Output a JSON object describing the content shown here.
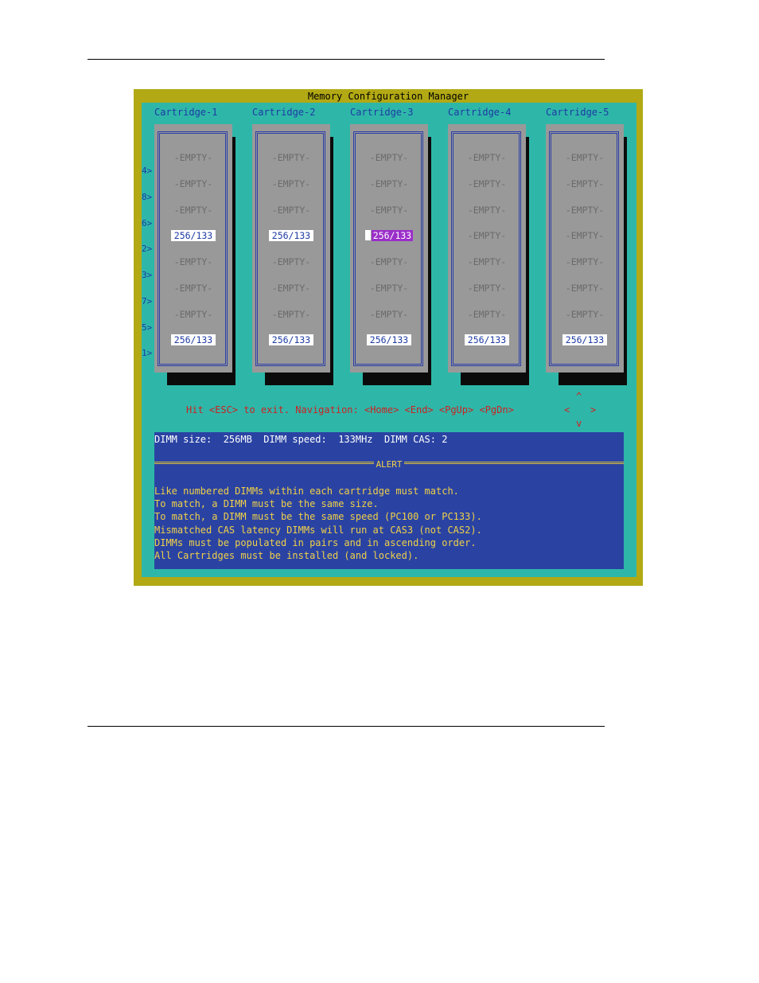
{
  "window": {
    "title": "Memory Configuration Manager"
  },
  "cartridges": [
    {
      "name": "Cartridge-1",
      "slots": [
        "-EMPTY-",
        "-EMPTY-",
        "-EMPTY-",
        "256/133",
        "-EMPTY-",
        "-EMPTY-",
        "-EMPTY-",
        "256/133"
      ]
    },
    {
      "name": "Cartridge-2",
      "slots": [
        "-EMPTY-",
        "-EMPTY-",
        "-EMPTY-",
        "256/133",
        "-EMPTY-",
        "-EMPTY-",
        "-EMPTY-",
        "256/133"
      ]
    },
    {
      "name": "Cartridge-3",
      "slots": [
        "-EMPTY-",
        "-EMPTY-",
        "-EMPTY-",
        "256/133",
        "-EMPTY-",
        "-EMPTY-",
        "-EMPTY-",
        "256/133"
      ]
    },
    {
      "name": "Cartridge-4",
      "slots": [
        "-EMPTY-",
        "-EMPTY-",
        "-EMPTY-",
        "-EMPTY-",
        "-EMPTY-",
        "-EMPTY-",
        "-EMPTY-",
        "256/133"
      ]
    },
    {
      "name": "Cartridge-5",
      "slots": [
        "-EMPTY-",
        "-EMPTY-",
        "-EMPTY-",
        "-EMPTY-",
        "-EMPTY-",
        "-EMPTY-",
        "-EMPTY-",
        "256/133"
      ]
    }
  ],
  "slot_labels": [
    "4>",
    "8>",
    "6>",
    "2>",
    "3>",
    "7>",
    "5>",
    "1>"
  ],
  "help": {
    "text": "Hit <ESC> to exit. Navigation: <Home> <End> <PgUp> <PgDn>",
    "arrow_up": "^",
    "arrow_left": "<",
    "arrow_right": ">",
    "arrow_down": "v"
  },
  "info": {
    "dimm_line": "DIMM size:  256MB  DIMM speed:  133MHz  DIMM CAS: 2",
    "alert_label": "ALERT",
    "alerts": [
      "Like numbered DIMMs within each cartridge must match.",
      "To match, a DIMM must be the same size.",
      "To match, a DIMM must be the same speed (PC100 or PC133).",
      "Mismatched CAS latency DIMMs will run at CAS3 (not CAS2).",
      "DIMMs must be populated in pairs and in ascending order.",
      "All Cartridges must be installed (and locked)."
    ]
  },
  "colors": {
    "outer_frame": "#b2a914",
    "panel": "#2eb7a9",
    "info_bg": "#2a43a3",
    "alert_text": "#f0d048",
    "help_text": "#cc2222",
    "selection": "#9b2fc9"
  }
}
